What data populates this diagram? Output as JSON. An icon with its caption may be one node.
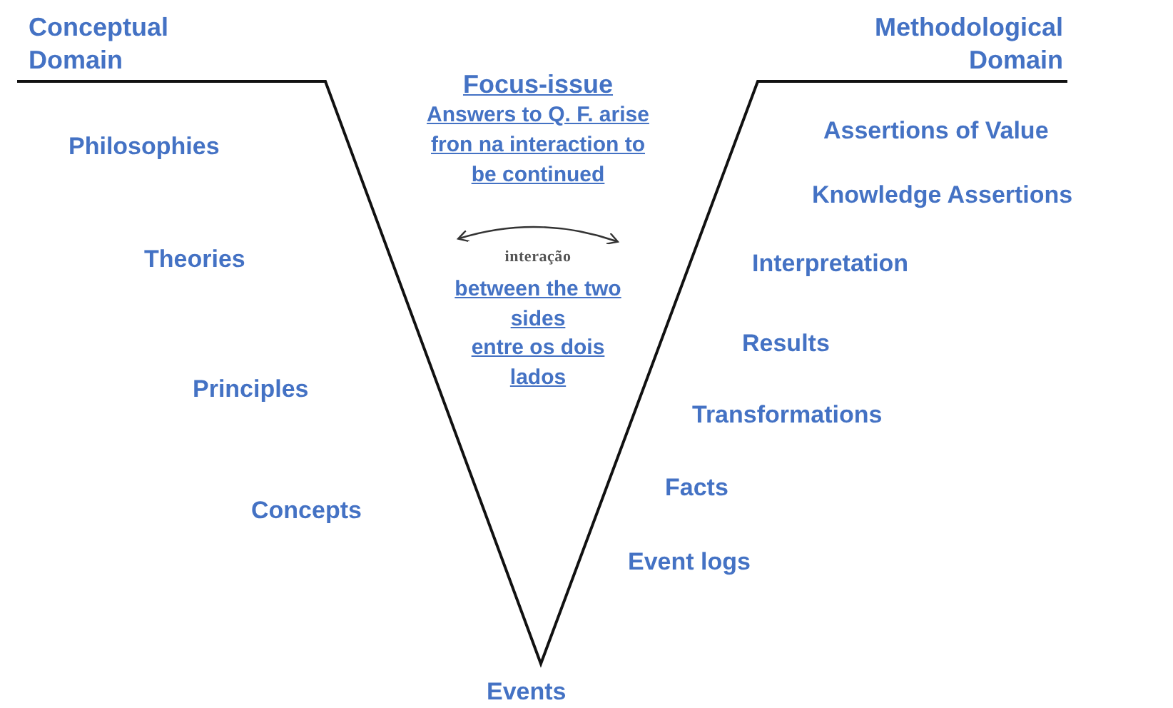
{
  "diagram": {
    "labels": [
      "Conceptual Domain",
      "Methodological Domain",
      "Focus-issue",
      "Answers to Q. F. arise fron na interaction to be continued",
      "Philosophies",
      "Assertions of Value",
      "Knowledge Assertions",
      "Theories",
      "interação",
      "Interpretation",
      "between the two sides",
      "entre os dois lados",
      "Results",
      "Principles",
      "Transformations",
      "Facts",
      "Concepts",
      "Event logs",
      "Events"
    ]
  }
}
